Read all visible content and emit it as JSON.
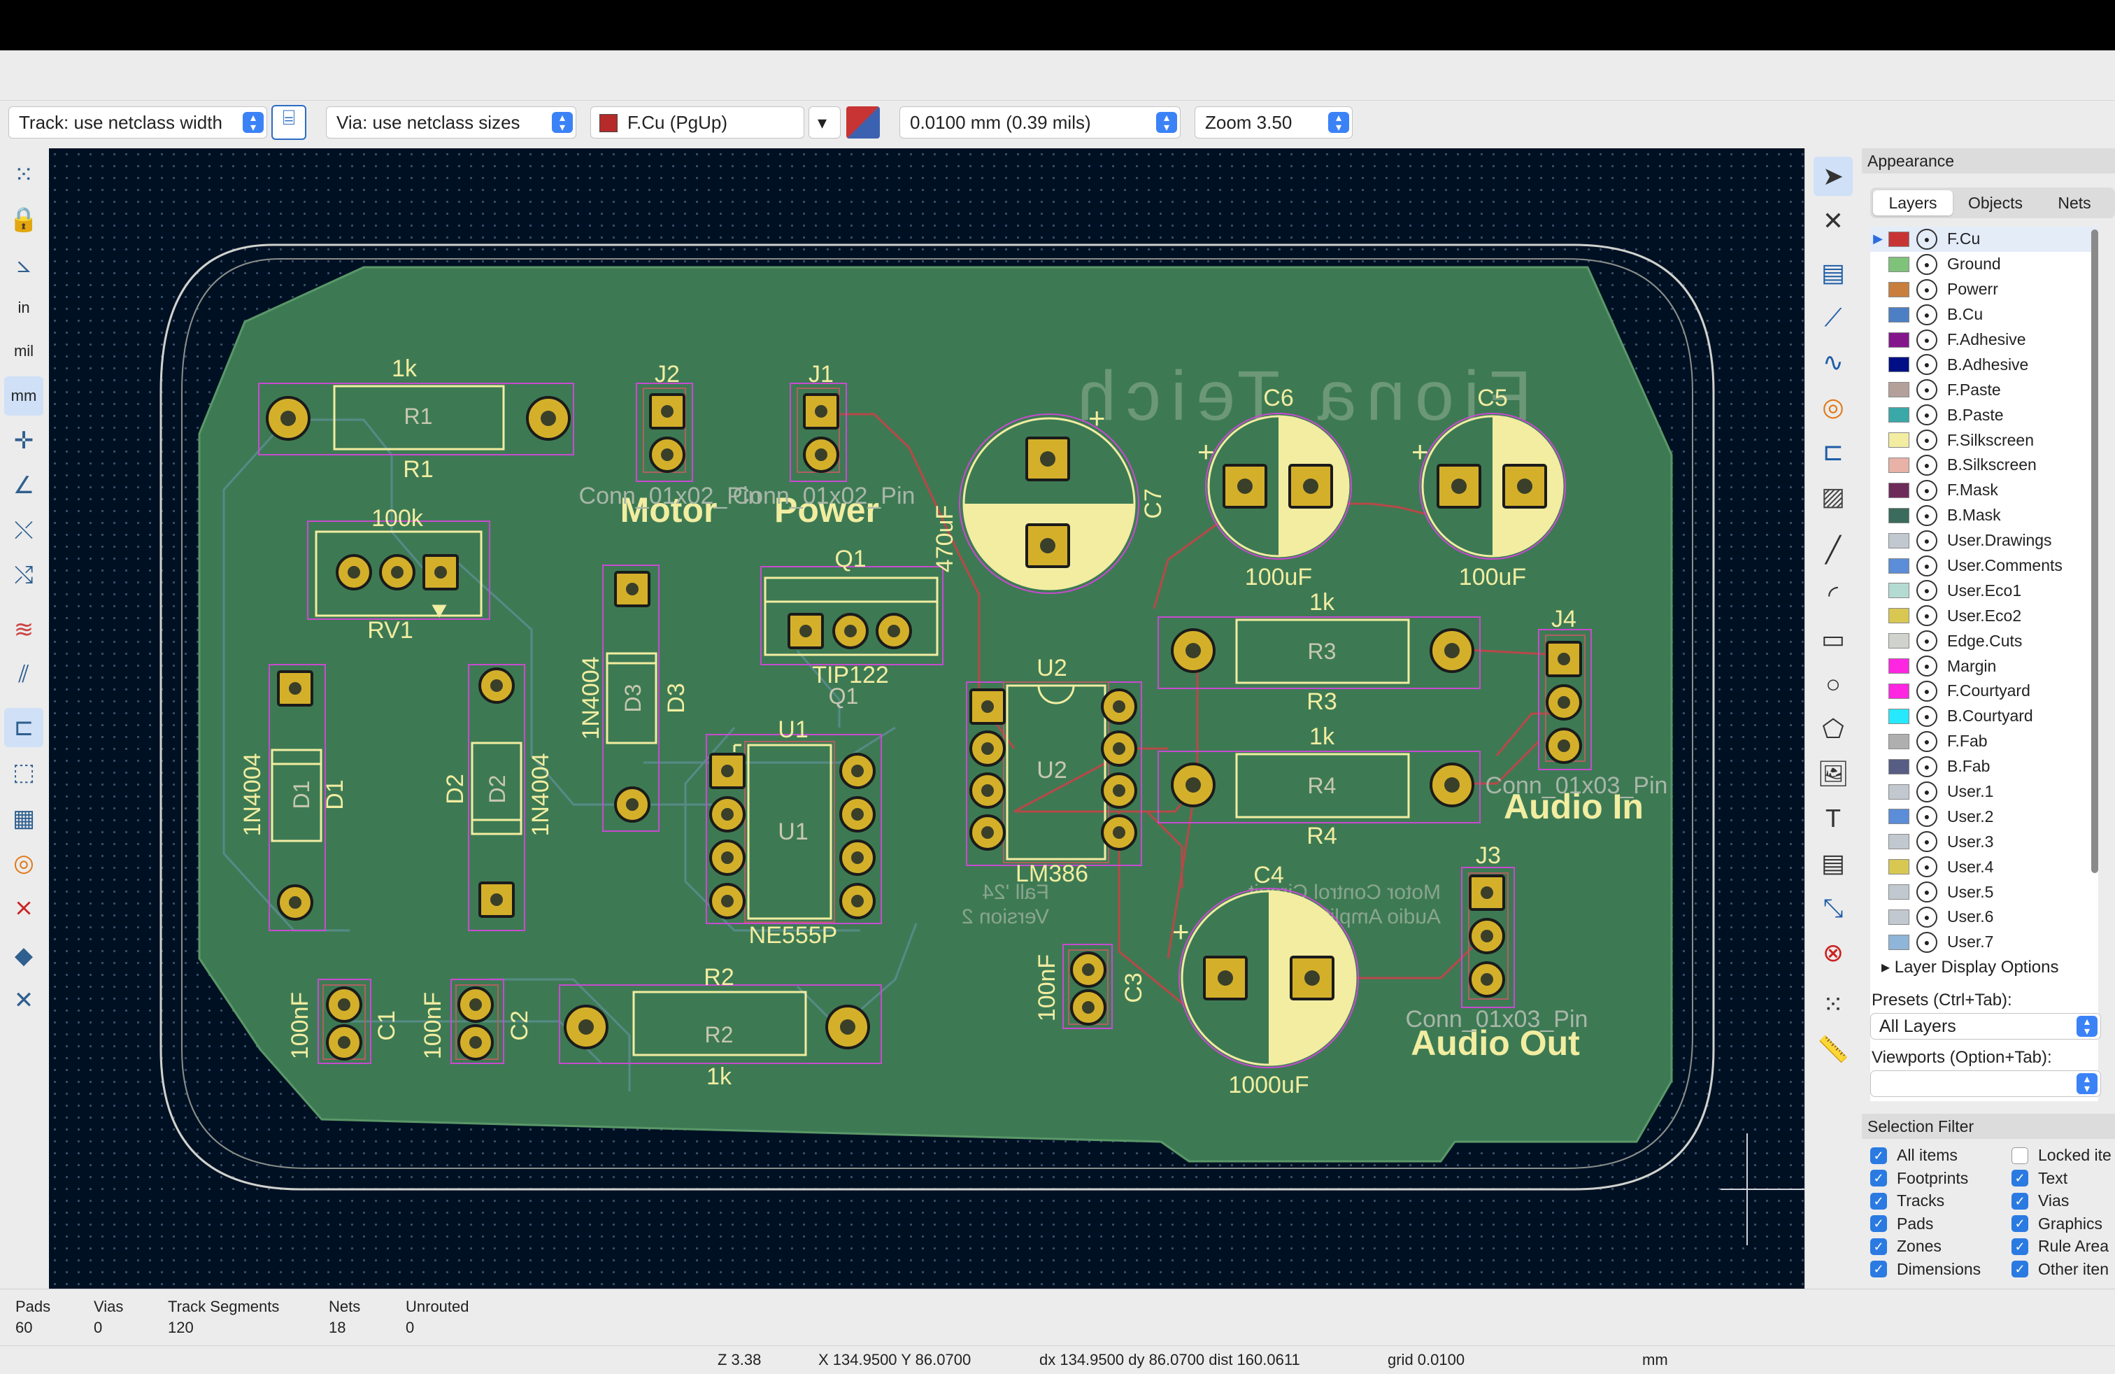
{
  "toolbar": {
    "icons": [
      "new-file",
      "open-folder",
      "save",
      "board-setup",
      "page-settings",
      "print",
      "plot",
      "undo",
      "redo",
      "find",
      "refresh",
      "zoom-in",
      "zoom-out",
      "zoom-fit",
      "zoom-objects",
      "zoom-selection",
      "rotate-ccw",
      "rotate-cw",
      "flip",
      "mirror",
      "group",
      "ungroup",
      "lock",
      "unlock",
      "drc",
      "footprint-library",
      "footprint-editor",
      "netlist",
      "checklist",
      "router",
      "scripting-console"
    ]
  },
  "options": {
    "track_width": "Track: use netclass width",
    "via_size": "Via: use netclass sizes",
    "layer": "F.Cu (PgUp)",
    "layer_color": "#b72a2a",
    "grid": "0.0100 mm (0.39 mils)",
    "zoom": "Zoom 3.50"
  },
  "appearance": {
    "title": "Appearance",
    "tabs": [
      "Layers",
      "Objects",
      "Nets"
    ],
    "active_tab": "Layers",
    "layers": [
      {
        "name": "F.Cu",
        "color": "#c83434",
        "selected": true
      },
      {
        "name": "Ground",
        "color": "#7fc27a"
      },
      {
        "name": "Powerr",
        "color": "#c87e3c"
      },
      {
        "name": "B.Cu",
        "color": "#4d7fc4"
      },
      {
        "name": "F.Adhesive",
        "color": "#84168c"
      },
      {
        "name": "B.Adhesive",
        "color": "#000f86"
      },
      {
        "name": "F.Paste",
        "color": "#b4a09a"
      },
      {
        "name": "B.Paste",
        "color": "#3ba8a8"
      },
      {
        "name": "F.Silkscreen",
        "color": "#f2eda1"
      },
      {
        "name": "B.Silkscreen",
        "color": "#e8b2a7"
      },
      {
        "name": "F.Mask",
        "color": "#6d2b59"
      },
      {
        "name": "B.Mask",
        "color": "#3a6b5c"
      },
      {
        "name": "User.Drawings",
        "color": "#c2c8cf"
      },
      {
        "name": "User.Comments",
        "color": "#5b8dd8"
      },
      {
        "name": "User.Eco1",
        "color": "#b4dbd2"
      },
      {
        "name": "User.Eco2",
        "color": "#d8c852"
      },
      {
        "name": "Edge.Cuts",
        "color": "#d0d2cd"
      },
      {
        "name": "Margin",
        "color": "#ff26e2"
      },
      {
        "name": "F.Courtyard",
        "color": "#ff26e2"
      },
      {
        "name": "B.Courtyard",
        "color": "#26e9ff"
      },
      {
        "name": "F.Fab",
        "color": "#afafaf"
      },
      {
        "name": "B.Fab",
        "color": "#585d84"
      },
      {
        "name": "User.1",
        "color": "#c2c8cf"
      },
      {
        "name": "User.2",
        "color": "#5b8dd8"
      },
      {
        "name": "User.3",
        "color": "#c2c8cf"
      },
      {
        "name": "User.4",
        "color": "#d8c852"
      },
      {
        "name": "User.5",
        "color": "#c2c8cf"
      },
      {
        "name": "User.6",
        "color": "#c2c8cf"
      },
      {
        "name": "User.7",
        "color": "#8fb5d8"
      }
    ],
    "layer_display_options": "Layer Display Options",
    "presets_label": "Presets (Ctrl+Tab):",
    "presets_value": "All Layers",
    "viewports_label": "Viewports (Option+Tab):",
    "viewports_value": ""
  },
  "selection_filter": {
    "title": "Selection Filter",
    "items": [
      {
        "label": "All items",
        "checked": true
      },
      {
        "label": "Locked ite",
        "checked": false
      },
      {
        "label": "Footprints",
        "checked": true
      },
      {
        "label": "Text",
        "checked": true
      },
      {
        "label": "Tracks",
        "checked": true
      },
      {
        "label": "Vias",
        "checked": true
      },
      {
        "label": "Pads",
        "checked": true
      },
      {
        "label": "Graphics",
        "checked": true
      },
      {
        "label": "Zones",
        "checked": true
      },
      {
        "label": "Rule Area",
        "checked": true
      },
      {
        "label": "Dimensions",
        "checked": true
      },
      {
        "label": "Other iten",
        "checked": true
      }
    ]
  },
  "stats": [
    {
      "label": "Pads",
      "value": "60"
    },
    {
      "label": "Vias",
      "value": "0"
    },
    {
      "label": "Track Segments",
      "value": "120"
    },
    {
      "label": "Nets",
      "value": "18"
    },
    {
      "label": "Unrouted",
      "value": "0"
    }
  ],
  "status": {
    "z": "Z 3.38",
    "xy": "X 134.9500  Y 86.0700",
    "delta": "dx 134.9500  dy 86.0700  dist 160.0611",
    "grid": "grid 0.0100",
    "units": "mm"
  },
  "board": {
    "back_silk": [
      "Fiona Teich",
      "Fall '24",
      "Version 2",
      "Motor Control Circuit",
      "Audio Amplifier Circuit"
    ],
    "components": [
      {
        "ref": "R1",
        "value": "1k"
      },
      {
        "ref": "R2",
        "value": "1k"
      },
      {
        "ref": "R3",
        "value": "1k"
      },
      {
        "ref": "R4",
        "value": "1k"
      },
      {
        "ref": "RV1",
        "value": "100k"
      },
      {
        "ref": "D1",
        "value": "1N4004"
      },
      {
        "ref": "D2",
        "value": "1N4004"
      },
      {
        "ref": "D3",
        "value": "1N4004"
      },
      {
        "ref": "J1",
        "value": "Conn_01x02_Pin",
        "label": "Power"
      },
      {
        "ref": "J2",
        "value": "Conn_01x02_Pin",
        "label": "Motor"
      },
      {
        "ref": "J3",
        "value": "Conn_01x03_Pin",
        "label": "Audio Out"
      },
      {
        "ref": "J4",
        "value": "Conn_01x03_Pin",
        "label": "Audio In"
      },
      {
        "ref": "Q1",
        "value": "TIP122"
      },
      {
        "ref": "U1",
        "value": "NE555P"
      },
      {
        "ref": "U2",
        "value": "LM386"
      },
      {
        "ref": "C1",
        "value": "100nF"
      },
      {
        "ref": "C2",
        "value": "100nF"
      },
      {
        "ref": "C3",
        "value": "100nF"
      },
      {
        "ref": "C4",
        "value": "1000uF"
      },
      {
        "ref": "C5",
        "value": "100uF"
      },
      {
        "ref": "C6",
        "value": "100uF"
      },
      {
        "ref": "C7",
        "value": "470uF"
      }
    ]
  }
}
